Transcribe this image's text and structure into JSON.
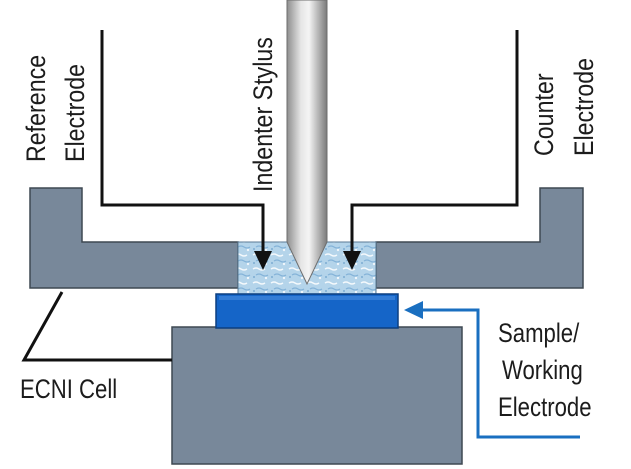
{
  "labels": {
    "reference_line1": "Reference",
    "reference_line2": "Electrode",
    "indenter": "Indenter Stylus",
    "counter_line1": "Counter",
    "counter_line2": "Electrode",
    "ecni_cell": "ECNI Cell",
    "sample_line1": "Sample/",
    "sample_line2": "Working",
    "sample_line3": "Electrode"
  },
  "colors": {
    "cell_body": "#78889a",
    "cell_edge": "#3e4852",
    "sample": "#1565c8",
    "electrolyte": "#a9cde6",
    "stylus": "#c7c7c7",
    "wire": "#111111",
    "blue_lead": "#1a6fc0"
  }
}
